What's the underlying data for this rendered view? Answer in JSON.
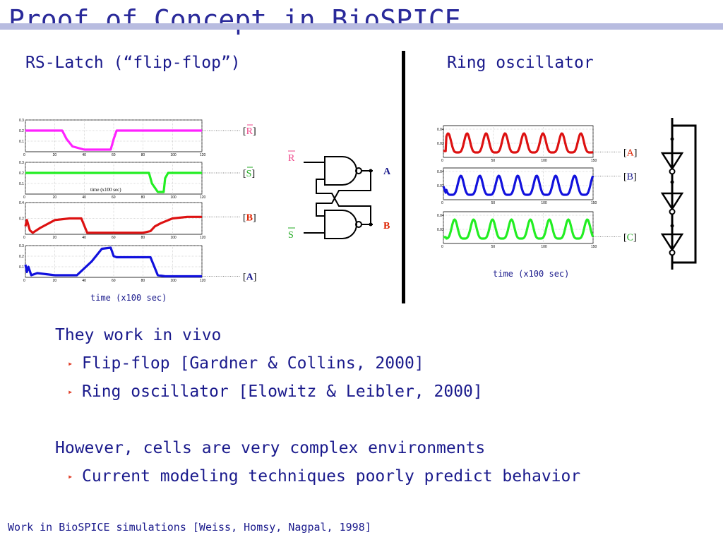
{
  "slide": {
    "title": "Proof of Concept in BioSPICE",
    "left_heading": "RS-Latch (“flip-flop”)",
    "right_heading": "Ring oscillator",
    "footer": "Work in BioSPICE simulations [Weiss, Homsy, Nagpal, 1998]"
  },
  "bullets": {
    "b1": "They work in vivo",
    "b1_sub1": "Flip-flop [Gardner & Collins, 2000]",
    "b1_sub2": "Ring oscillator [Elowitz & Leibler, 2000]",
    "b2": "However, cells are very complex environments",
    "b2_sub1": "Current modeling techniques poorly predict behavior"
  },
  "latch": {
    "time_caption": "time (x100 sec)",
    "inner_caption": "time (x100 sec)",
    "labels": {
      "r": "R",
      "s": "S",
      "b": "B",
      "a": "A"
    },
    "gate_labels": {
      "r_in": "R",
      "s_in": "S",
      "out_a": "A",
      "out_b": "B"
    }
  },
  "ring": {
    "time_caption": "time (x100 sec)",
    "labels": {
      "a": "A",
      "b": "B",
      "c": "C"
    }
  },
  "colors": {
    "magenta": "#ff22ff",
    "green": "#22ee22",
    "red": "#dd1111",
    "blue": "#1111dd",
    "label_blue": "#1a1a8c",
    "label_red": "#dd2200",
    "label_pink": "#ee4488",
    "label_green": "#22aa22"
  },
  "chart_data": [
    {
      "type": "line",
      "x_ticks": [
        0,
        20,
        40,
        60,
        80,
        100,
        120
      ],
      "panels": [
        {
          "label": "R",
          "y_ticks": [
            0.1,
            0.2,
            0.3
          ],
          "ylim": [
            0,
            0.3
          ],
          "x": [
            0,
            25,
            28,
            32,
            40,
            58,
            60,
            62,
            120
          ],
          "y": [
            0.2,
            0.2,
            0.12,
            0.05,
            0.02,
            0.02,
            0.12,
            0.2,
            0.2
          ]
        },
        {
          "label": "S",
          "y_ticks": [
            0.1,
            0.2,
            0.3
          ],
          "ylim": [
            0,
            0.3
          ],
          "x": [
            0,
            84,
            86,
            90,
            92,
            94,
            95,
            97,
            120
          ],
          "y": [
            0.2,
            0.2,
            0.1,
            0.02,
            0.02,
            0.02,
            0.15,
            0.2,
            0.2
          ]
        },
        {
          "label": "B",
          "y_ticks": [
            0.2,
            0.4
          ],
          "ylim": [
            0,
            0.4
          ],
          "x": [
            0,
            1,
            3,
            5,
            10,
            20,
            30,
            38,
            42,
            80,
            85,
            88,
            92,
            100,
            110,
            120
          ],
          "y": [
            0.1,
            0.18,
            0.05,
            0.02,
            0.08,
            0.18,
            0.2,
            0.2,
            0.02,
            0.02,
            0.04,
            0.1,
            0.14,
            0.2,
            0.22,
            0.22
          ]
        },
        {
          "label": "A",
          "y_ticks": [
            0.1,
            0.2,
            0.3
          ],
          "ylim": [
            0,
            0.3
          ],
          "x": [
            0,
            1,
            2,
            4,
            8,
            20,
            35,
            45,
            52,
            58,
            60,
            62,
            85,
            90,
            95,
            120
          ],
          "y": [
            0.12,
            0.05,
            0.1,
            0.02,
            0.04,
            0.02,
            0.02,
            0.15,
            0.27,
            0.28,
            0.2,
            0.19,
            0.19,
            0.02,
            0.01,
            0.01
          ]
        }
      ]
    },
    {
      "type": "line",
      "x_ticks": [
        0,
        50,
        100,
        150
      ],
      "panels": [
        {
          "label": "A",
          "y_ticks": [
            0.02,
            0.04
          ],
          "ylim": [
            0,
            0.045
          ],
          "base": 0.007,
          "amp": 0.027,
          "period": 19,
          "phase": 0
        },
        {
          "label": "B",
          "y_ticks": [
            0.02,
            0.04
          ],
          "ylim": [
            0,
            0.045
          ],
          "base": 0.007,
          "amp": 0.027,
          "period": 19,
          "phase": 0.33
        },
        {
          "label": "C",
          "y_ticks": [
            0.02,
            0.04
          ],
          "ylim": [
            0,
            0.045
          ],
          "base": 0.007,
          "amp": 0.027,
          "period": 19,
          "phase": 0.66
        }
      ]
    }
  ]
}
